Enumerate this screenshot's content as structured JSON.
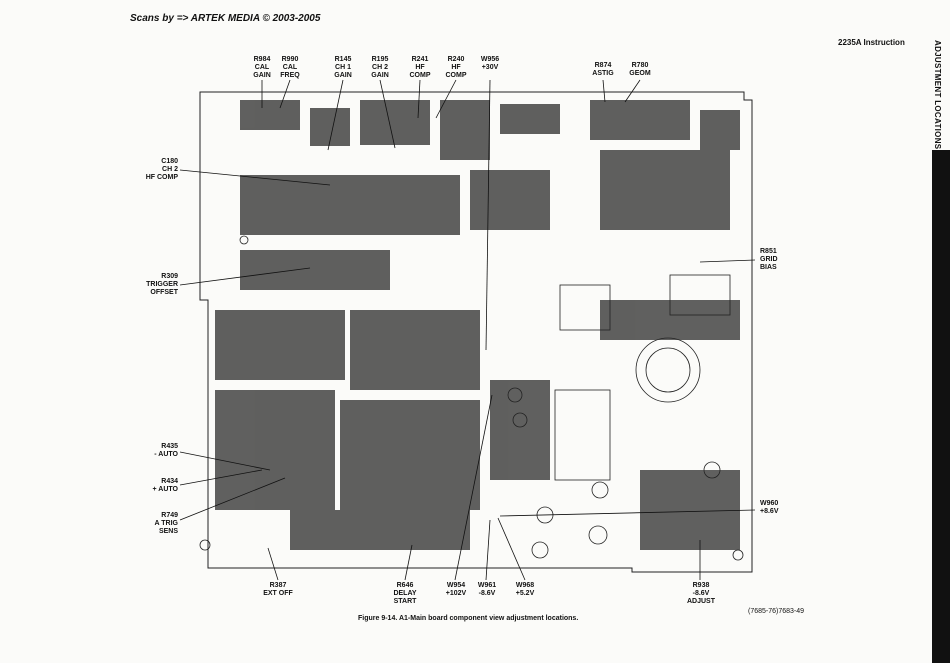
{
  "header": {
    "banner": "Scans by => ARTEK MEDIA © 2003-2005",
    "manual_title": "2235A Instruction",
    "side_tab": "ADJUSTMENT LOCATIONS 1"
  },
  "callouts": {
    "top": [
      {
        "ref": "R984",
        "desc": "CAL\nGAIN"
      },
      {
        "ref": "R990",
        "desc": "CAL\nFREQ"
      },
      {
        "ref": "R145",
        "desc": "CH 1\nGAIN"
      },
      {
        "ref": "R195",
        "desc": "CH 2\nGAIN"
      },
      {
        "ref": "R241",
        "desc": "HF\nCOMP"
      },
      {
        "ref": "R240",
        "desc": "HF\nCOMP"
      },
      {
        "ref": "W956",
        "desc": "+30V"
      },
      {
        "ref": "R874",
        "desc": "ASTIG"
      },
      {
        "ref": "R780",
        "desc": "GEOM"
      }
    ],
    "left": [
      {
        "ref": "C180",
        "desc": "CH 2\nHF COMP"
      },
      {
        "ref": "R309",
        "desc": "TRIGGER\nOFFSET"
      },
      {
        "ref": "R435",
        "desc": "- AUTO"
      },
      {
        "ref": "R434",
        "desc": "+ AUTO"
      },
      {
        "ref": "R749",
        "desc": "A TRIG\nSENS"
      }
    ],
    "right": [
      {
        "ref": "R851",
        "desc": "GRID\nBIAS"
      },
      {
        "ref": "W960",
        "desc": "+8.6V"
      }
    ],
    "bottom": [
      {
        "ref": "R387",
        "desc": "EXT OFF"
      },
      {
        "ref": "R646",
        "desc": "DELAY\nSTART"
      },
      {
        "ref": "W954",
        "desc": "+102V"
      },
      {
        "ref": "W961",
        "desc": "-8.6V"
      },
      {
        "ref": "W968",
        "desc": "+5.2V"
      },
      {
        "ref": "R938",
        "desc": "-8.6V\nADJUST"
      }
    ]
  },
  "footer": {
    "caption": "Figure 9-14. A1-Main board component view adjustment locations.",
    "drawing_ref": "(7685-76)7683-49"
  }
}
